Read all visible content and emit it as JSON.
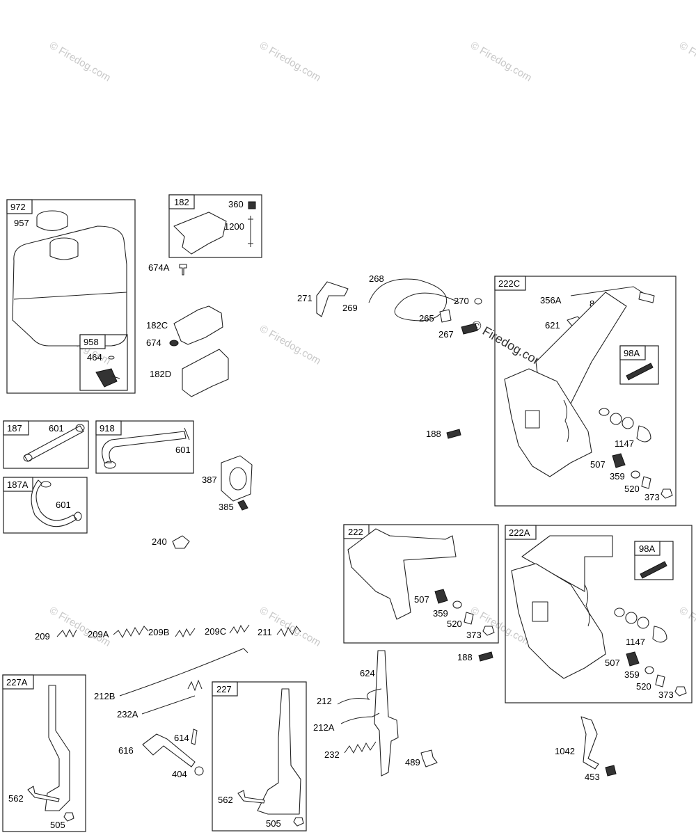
{
  "watermark": "© Firedog.com",
  "groups": {
    "g972": "972",
    "g958": "958",
    "g182": "182",
    "g187": "187",
    "g918": "918",
    "g187a": "187A",
    "g222c": "222C",
    "g98a_top": "98A",
    "g222": "222",
    "g222a": "222A",
    "g98a_bottom": "98A",
    "g227a": "227A",
    "g227": "227"
  },
  "labels": {
    "p957": "957",
    "p464": "464",
    "p360": "360",
    "p1200": "1200",
    "p674a": "674A",
    "p182c": "182C",
    "p674": "674",
    "p182d": "182D",
    "p601a": "601",
    "p601b": "601",
    "p601c": "601",
    "p387": "387",
    "p385": "385",
    "p240": "240",
    "p271": "271",
    "p268": "268",
    "p269": "269",
    "p270": "270",
    "p265": "265",
    "p267": "267",
    "p356a": "356A",
    "p843": "843",
    "p621": "621",
    "p188a": "188",
    "p1147a": "1147",
    "p507a": "507",
    "p359a": "359",
    "p520a": "520",
    "p373a": "373",
    "p507b": "507",
    "p359b": "359",
    "p520b": "520",
    "p373b": "373",
    "p188b": "188",
    "p1147b": "1147",
    "p507c": "507",
    "p359c": "359",
    "p520c": "520",
    "p373c": "373",
    "p209": "209",
    "p209a": "209A",
    "p209b": "209B",
    "p209c": "209C",
    "p211": "211",
    "p212b": "212B",
    "p232a": "232A",
    "p614": "614",
    "p616": "616",
    "p404": "404",
    "p562a": "562",
    "p505a": "505",
    "p562b": "562",
    "p505b": "505",
    "p624": "624",
    "p212": "212",
    "p212a": "212A",
    "p232": "232",
    "p489": "489",
    "p1042": "1042",
    "p453": "453"
  }
}
